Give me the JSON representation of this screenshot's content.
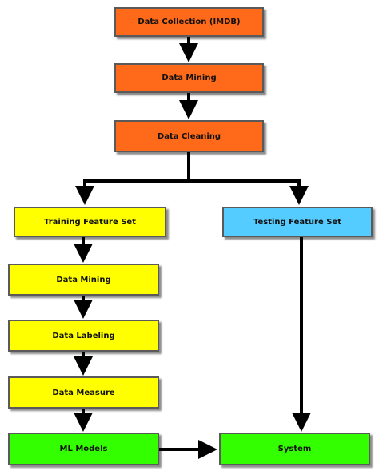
{
  "diagram": {
    "nodes": {
      "data_collection": "Data Collection (IMDB)",
      "data_mining_1": "Data Mining",
      "data_cleaning": "Data Cleaning",
      "training_feature_set": "Training Feature Set",
      "testing_feature_set": "Testing Feature Set",
      "data_mining_2": "Data Mining",
      "data_labeling": "Data Labeling",
      "data_measure": "Data Measure",
      "ml_models": "ML Models",
      "system": "System"
    },
    "edges": [
      [
        "data_collection",
        "data_mining_1"
      ],
      [
        "data_mining_1",
        "data_cleaning"
      ],
      [
        "data_cleaning",
        "training_feature_set"
      ],
      [
        "data_cleaning",
        "testing_feature_set"
      ],
      [
        "training_feature_set",
        "data_mining_2"
      ],
      [
        "data_mining_2",
        "data_labeling"
      ],
      [
        "data_labeling",
        "data_measure"
      ],
      [
        "data_measure",
        "ml_models"
      ],
      [
        "ml_models",
        "system"
      ],
      [
        "testing_feature_set",
        "system"
      ]
    ],
    "colors": {
      "preprocessing": "#ff6a1a",
      "training_branch": "#ffff00",
      "testing": "#55ccff",
      "output": "#33ff00",
      "connector": "#000000"
    }
  }
}
